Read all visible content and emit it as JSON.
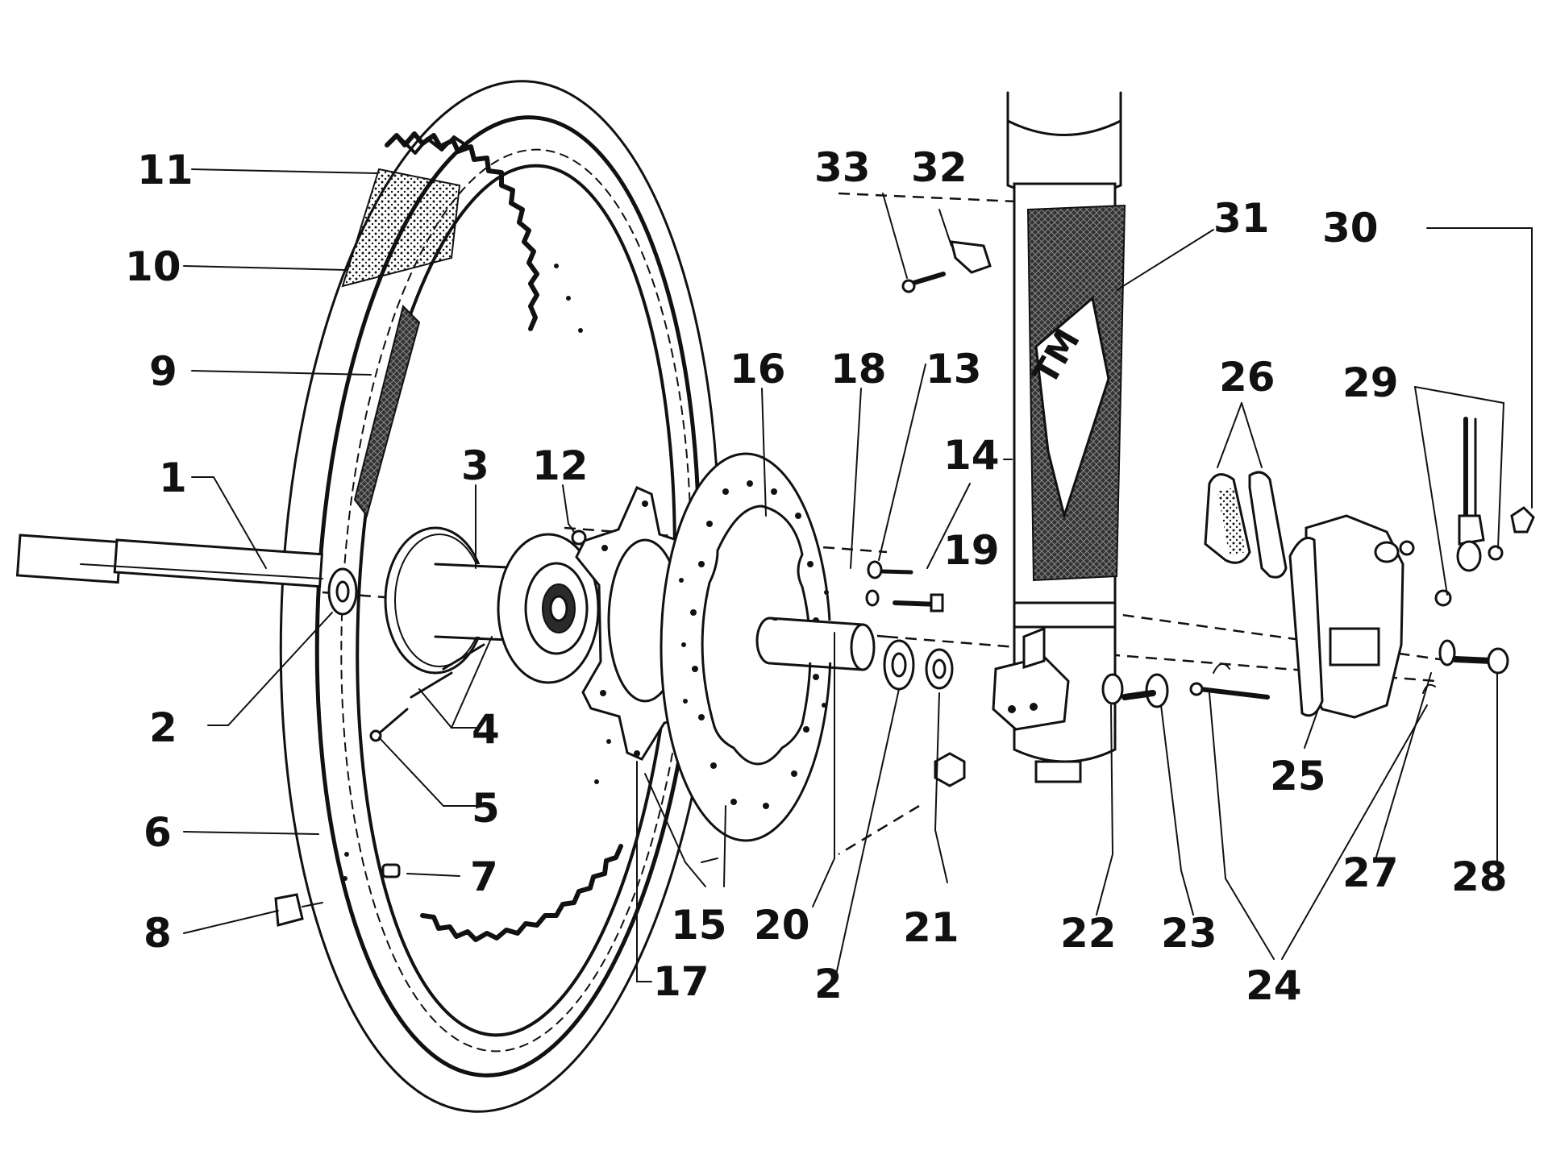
{
  "diagram": {
    "callouts": [
      "1",
      "2",
      "2",
      "3",
      "4",
      "5",
      "6",
      "7",
      "8",
      "9",
      "10",
      "11",
      "12",
      "13",
      "14",
      "15",
      "16",
      "17",
      "18",
      "19",
      "20",
      "21",
      "22",
      "23",
      "24",
      "25",
      "26",
      "27",
      "28",
      "29",
      "30",
      "31",
      "32",
      "33"
    ],
    "logo_text": "TM"
  },
  "colors": {
    "ink": "#111111",
    "paper": "#ffffff"
  }
}
